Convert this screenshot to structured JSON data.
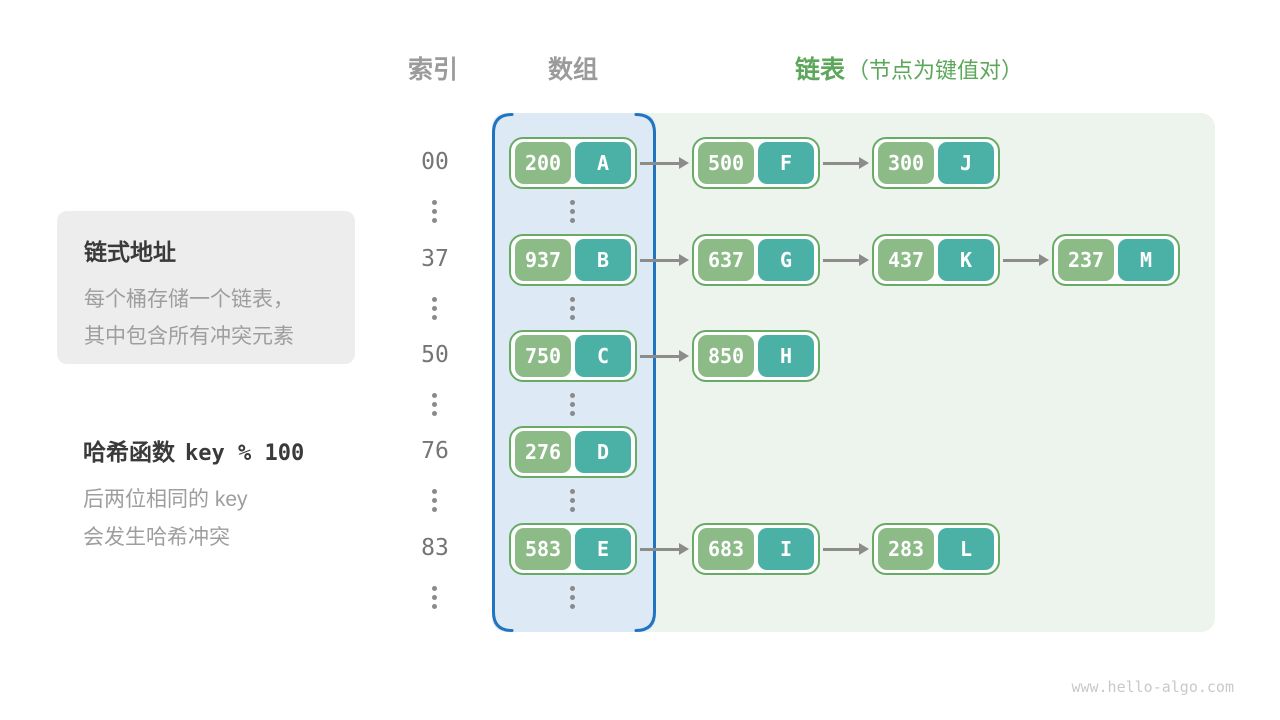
{
  "headers": {
    "index": "索引",
    "array": "数组",
    "list": "链表",
    "list_note": "（节点为键值对）"
  },
  "info_box": {
    "title": "链式地址",
    "lines": [
      "每个桶存储一个链表，",
      "其中包含所有冲突元素"
    ]
  },
  "hash_note": {
    "title": "哈希函数",
    "formula": "key % 100",
    "lines": [
      "后两位相同的 key",
      "会发生哈希冲突"
    ]
  },
  "rows": [
    {
      "index": "00",
      "bucket": {
        "key": "200",
        "value": "A"
      },
      "chain": [
        {
          "key": "500",
          "value": "F"
        },
        {
          "key": "300",
          "value": "J"
        }
      ]
    },
    {
      "index": "37",
      "bucket": {
        "key": "937",
        "value": "B"
      },
      "chain": [
        {
          "key": "637",
          "value": "G"
        },
        {
          "key": "437",
          "value": "K"
        },
        {
          "key": "237",
          "value": "M"
        }
      ]
    },
    {
      "index": "50",
      "bucket": {
        "key": "750",
        "value": "C"
      },
      "chain": [
        {
          "key": "850",
          "value": "H"
        }
      ]
    },
    {
      "index": "76",
      "bucket": {
        "key": "276",
        "value": "D"
      },
      "chain": []
    },
    {
      "index": "83",
      "bucket": {
        "key": "583",
        "value": "E"
      },
      "chain": [
        {
          "key": "683",
          "value": "I"
        },
        {
          "key": "283",
          "value": "L"
        }
      ]
    }
  ],
  "watermark": "www.hello-algo.com",
  "colors": {
    "key_green": "#8cbb87",
    "value_teal": "#4bb1a6",
    "node_border": "#68ab64",
    "array_fill": "#dde9f4",
    "array_border": "#2174c0",
    "list_fill": "#edf4ed",
    "arrow_gray": "#8c8c8c",
    "header_gray": "#9b9b9b",
    "header_green": "#5da75b",
    "index_gray": "#757575",
    "text_dark": "#3a3a3a",
    "text_gray": "#9e9e9e",
    "infobox_fill": "#ededed",
    "watermark_gray": "#c9c9c9",
    "dot_gray": "#8a8a8a"
  }
}
